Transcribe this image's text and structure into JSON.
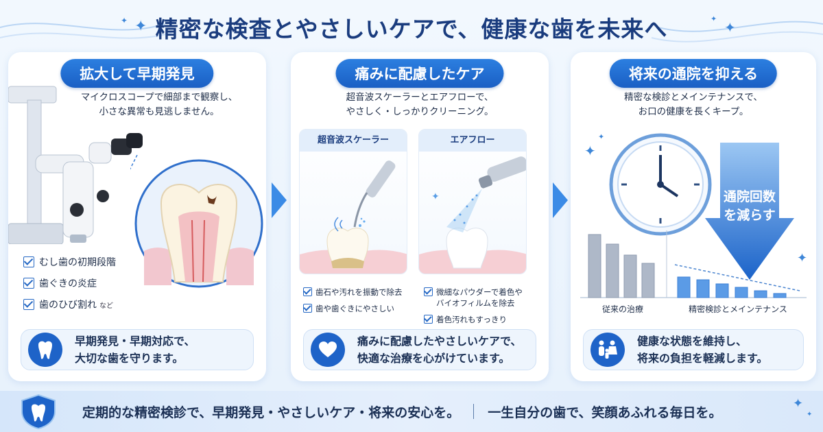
{
  "headline": "精密な検査とやさしいケアで、健康な歯を未来へ",
  "cards": [
    {
      "title": "拡大して早期発見",
      "desc": [
        "マイクロスコープで細部まで観察し、",
        "小さな異常も見逃しません。"
      ],
      "checklist": [
        "むし歯の初期段階",
        "歯ぐきの炎症",
        "歯のひび割れ"
      ],
      "checklist_note": "など",
      "callout": [
        "早期発見・早期対応で、",
        "大切な歯を守ります。"
      ],
      "callout_icon": "tooth-icon"
    },
    {
      "title": "痛みに配慮したケア",
      "desc": [
        "超音波スケーラーとエアフローで、",
        "やさしく・しっかりクリーニング。"
      ],
      "panels": [
        {
          "title": "超音波スケーラー",
          "items": [
            [
              "歯石や汚れを振動で除去"
            ],
            [
              "歯や歯ぐきにやさしい"
            ]
          ]
        },
        {
          "title": "エアフロー",
          "items": [
            [
              "微細なパウダーで着色や",
              "バイオフィルムを除去"
            ],
            [
              "着色汚れもすっきり"
            ]
          ]
        }
      ],
      "callout": [
        "痛みに配慮したやさしいケアで、",
        "快適な治療を心がけています。"
      ],
      "callout_icon": "heart-icon"
    },
    {
      "title": "将来の通院を抑える",
      "desc": [
        "精密な検診とメインテナンスで、",
        "お口の健康を長くキープ。"
      ],
      "arrow_label": [
        "通院回数",
        "を減らす"
      ],
      "chart_labels": [
        "従来の治療",
        "精密検診とメインテナンス"
      ],
      "callout": [
        "健康な状態を維持し、",
        "将来の負担を軽減します。"
      ],
      "callout_icon": "family-icon"
    }
  ],
  "chart_data": {
    "type": "bar",
    "categories": [
      "従来の治療",
      "精密検診とメインテナンス"
    ],
    "series": [
      {
        "values": [
          0.92,
          0.78,
          0.62,
          0.5
        ]
      },
      {
        "values": [
          0.3,
          0.26,
          0.2,
          0.15,
          0.1,
          0.06
        ]
      }
    ],
    "ylim": [
      0,
      1
    ],
    "trend_line": "dashed-decreasing"
  },
  "bottom": {
    "left": "定期的な精密検診で、早期発見・やさしいケア・将来の安心を。",
    "right": "一生自分の歯で、笑顔あふれる毎日を。"
  },
  "colors": {
    "primary": "#1e63c8",
    "arrow": "#3b8be6",
    "heading": "#1a3c7e"
  }
}
